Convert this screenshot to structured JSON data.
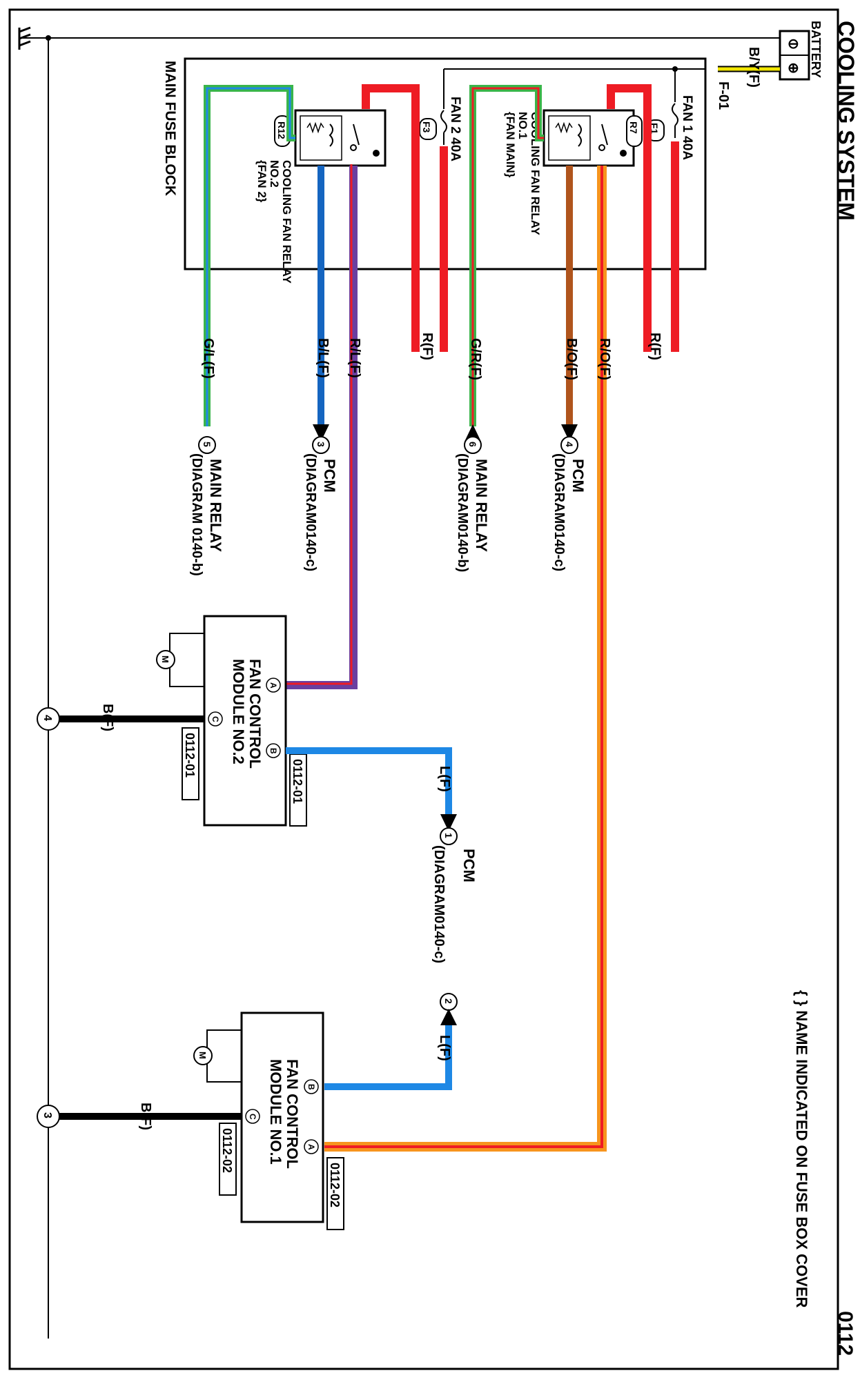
{
  "page": {
    "title": "COOLING SYSTEM",
    "number": "0112"
  },
  "note": "{ }  NAME INDICATED ON FUSE BOX COVER",
  "battery": {
    "label": "BATTERY",
    "wire": "B/Y(F)",
    "connector": "F-01"
  },
  "fuse_block": {
    "label": "MAIN FUSE BLOCK",
    "fuses": [
      {
        "id": "F1",
        "label": "FAN 1 40A"
      },
      {
        "id": "F3",
        "label": "FAN 2 40A"
      }
    ],
    "relays": [
      {
        "id": "R7",
        "line1": "COOLING FAN RELAY",
        "line2": "NO.1",
        "line3": "{FAN MAIN}"
      },
      {
        "id": "R12",
        "line1": "COOLING FAN RELAY",
        "line2": "NO.2",
        "line3": "{FAN 2}"
      }
    ]
  },
  "wires": {
    "r1": "R(F)",
    "ro": "R/O(F)",
    "bo": "B/O(F)",
    "gr": "G/R(F)",
    "r2": "R(F)",
    "rl": "R/L(F)",
    "bl": "B/L(F)",
    "gl": "G/L(F)",
    "l_upper": "L(F)",
    "l_lower": "L(F)",
    "b2": "B(F)",
    "b1": "B(F)"
  },
  "references": [
    {
      "pin": "4",
      "name": "PCM",
      "diagram": "(DIAGRAM0140-c)"
    },
    {
      "pin": "6",
      "name": "MAIN RELAY",
      "diagram": "(DIAGRAM0140-b)"
    },
    {
      "pin": "3",
      "name": "PCM",
      "diagram": "(DIAGRAM0140-c)"
    },
    {
      "pin": "5",
      "name": "MAIN RELAY",
      "diagram": "(DIAGRAM 0140-b)"
    },
    {
      "pin": "1",
      "name": "PCM",
      "diagram": "(DIAGRAM0140-c)",
      "pin2": "2"
    }
  ],
  "modules": [
    {
      "line1": "FAN CONTROL",
      "line2": "MODULE NO.2",
      "conn_top": "0112-01",
      "conn_bottom": "0112-01",
      "pin_a": "A",
      "pin_b": "B",
      "pin_c": "C",
      "motor": "M",
      "ground": "4"
    },
    {
      "line1": "FAN CONTROL",
      "line2": "MODULE NO.1",
      "conn_top": "0112-02",
      "conn_bottom": "0112-02",
      "pin_a": "A",
      "pin_b": "B",
      "pin_c": "C",
      "motor": "M",
      "ground": "3"
    }
  ],
  "battery_terminals": {
    "neg": "⊖",
    "pos": "⊕"
  },
  "colors": {
    "red": "#ee1c24",
    "orange": "#f7941d",
    "orange_core": "#ee1c24",
    "brown": "#b0541c",
    "green": "#39b54a",
    "blue": "#1e88e5",
    "blue_dark": "#1565c0",
    "purple": "#6a3fa0",
    "yellow": "#f2e600",
    "black": "#000000"
  }
}
